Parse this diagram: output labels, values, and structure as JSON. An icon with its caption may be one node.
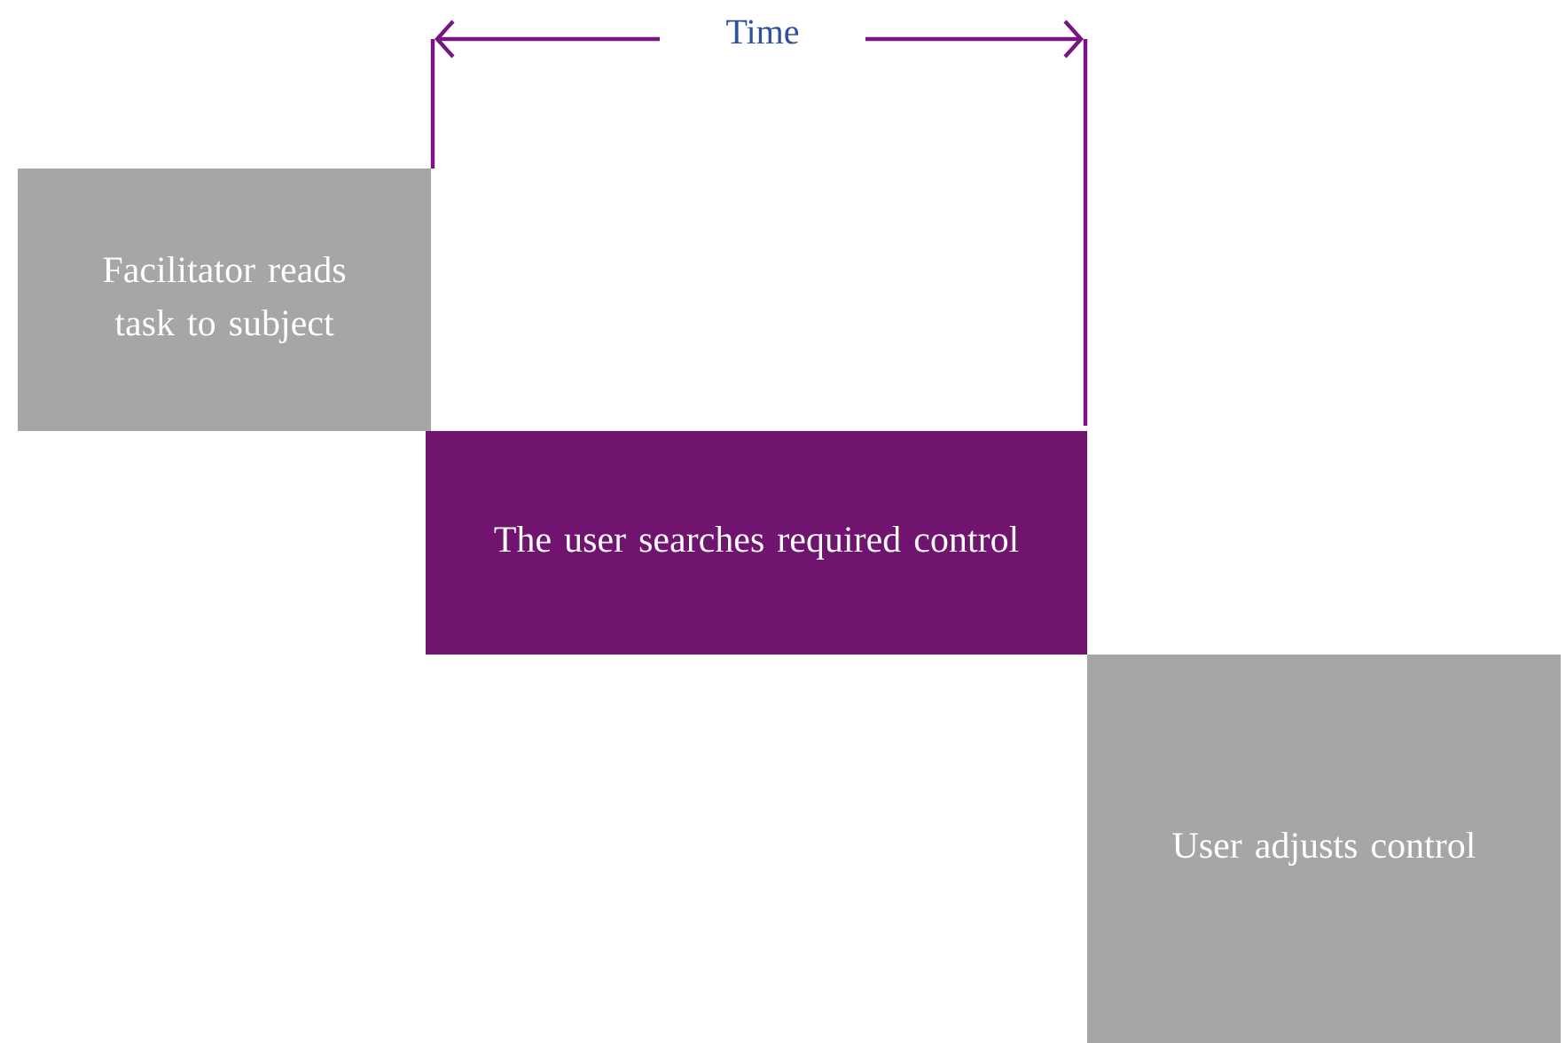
{
  "diagram": {
    "nodes": [
      {
        "text": [
          "Facilitator reads task to subject"
        ]
      },
      {
        "text": [
          "The user searches required control"
        ]
      },
      {
        "text": [
          "User adjusts control"
        ]
      }
    ],
    "labels": [
      "Time"
    ]
  }
}
